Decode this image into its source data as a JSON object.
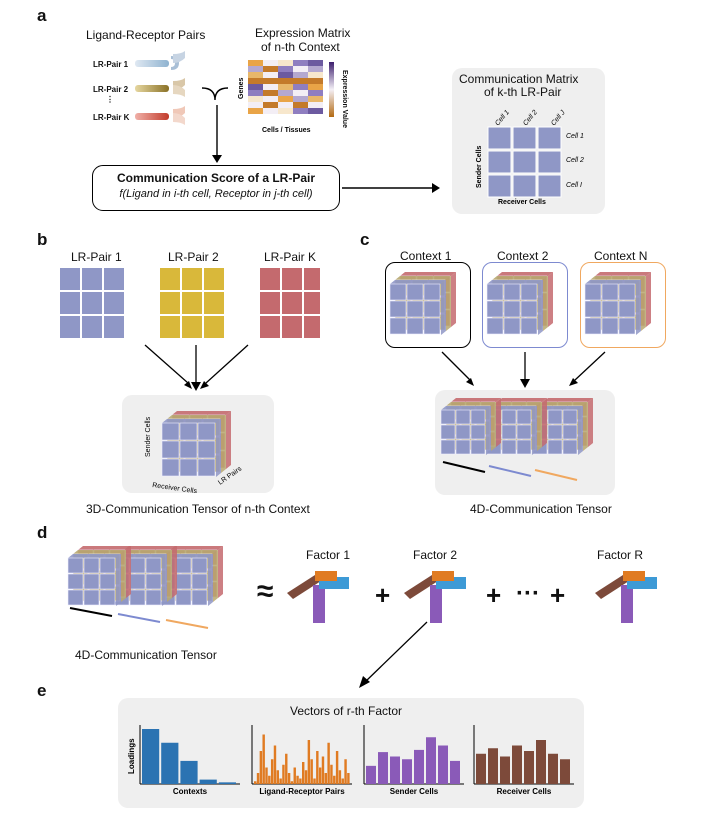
{
  "panels": {
    "a": {
      "letter": "a",
      "lr_pairs_title": "Ligand-Receptor Pairs",
      "lr_pair_labels": [
        "LR-Pair 1",
        "LR-Pair 2",
        "⋮",
        "LR-Pair K"
      ],
      "expr_title_line1": "Expression Matrix",
      "expr_title_line2": "of n-th Context",
      "expr_ylabel": "Genes",
      "expr_xlabel": "Cells / Tissues",
      "expr_colorbar_label": "Expression Value",
      "score_title": "Communication Score of a LR-Pair",
      "score_formula": "f(Ligand in i-th cell, Receptor in j-th cell)",
      "comm_title_line1": "Communication Matrix",
      "comm_title_line2": "of k-th LR-Pair",
      "comm_col_labels": [
        "Cell 1",
        "Cell 2",
        "Cell J"
      ],
      "comm_row_labels": [
        "Cell 1",
        "Cell 2",
        "Cell I"
      ],
      "comm_ylabel": "Sender Cells",
      "comm_xlabel": "Receiver Cells"
    },
    "b": {
      "letter": "b",
      "matrix_labels": [
        "LR-Pair 1",
        "LR-Pair 2",
        "LR-Pair K"
      ],
      "tensor_axes": [
        "Sender Cells",
        "Receiver Cells",
        "LR Pairs"
      ],
      "caption": "3D-Communication Tensor of n-th Context"
    },
    "c": {
      "letter": "c",
      "context_labels": [
        "Context 1",
        "Context 2",
        "Context N"
      ],
      "caption": "4D-Communication Tensor"
    },
    "d": {
      "letter": "d",
      "caption": "4D-Communication Tensor",
      "approx_symbol": "≈",
      "factor_labels": [
        "Factor 1",
        "Factor 2",
        "Factor R"
      ],
      "plus_symbol": "+",
      "ellipsis_symbol": "···"
    },
    "e": {
      "letter": "e",
      "title": "Vectors of r-th Factor",
      "ylabel": "Loadings",
      "chart_labels": [
        "Contexts",
        "Ligand-Receptor Pairs",
        "Sender Cells",
        "Receiver Cells"
      ]
    }
  },
  "colors": {
    "blue_cell": "#8f97c6",
    "yellow_cell": "#d9b83a",
    "red_cell": "#c46a6e",
    "context1_border": "#000000",
    "context2_border": "#7d8ad0",
    "contextN_border": "#f0a860",
    "contexts_bar": "#2b73b2",
    "lr_bar": "#e07b22",
    "sender_bar": "#8a5ab8",
    "receiver_bar": "#7d4a3a"
  },
  "chart_data": [
    {
      "type": "bar",
      "xlabel": "Contexts",
      "ylabel": "Loadings",
      "values": [
        1.0,
        0.75,
        0.42,
        0.08,
        0.03
      ]
    },
    {
      "type": "bar",
      "xlabel": "Ligand-Receptor Pairs",
      "values": [
        0.05,
        0.2,
        0.6,
        0.9,
        0.3,
        0.15,
        0.45,
        0.7,
        0.25,
        0.1,
        0.35,
        0.55,
        0.2,
        0.05,
        0.3,
        0.15,
        0.1,
        0.4,
        0.25,
        0.8,
        0.45,
        0.1,
        0.6,
        0.3,
        0.5,
        0.2,
        0.75,
        0.35,
        0.15,
        0.6,
        0.25,
        0.1,
        0.45,
        0.2
      ]
    },
    {
      "type": "bar",
      "xlabel": "Sender Cells",
      "values": [
        0.33,
        0.58,
        0.5,
        0.45,
        0.62,
        0.85,
        0.7,
        0.42
      ]
    },
    {
      "type": "bar",
      "xlabel": "Receiver Cells",
      "values": [
        0.55,
        0.65,
        0.5,
        0.7,
        0.6,
        0.8,
        0.55,
        0.45
      ]
    }
  ]
}
